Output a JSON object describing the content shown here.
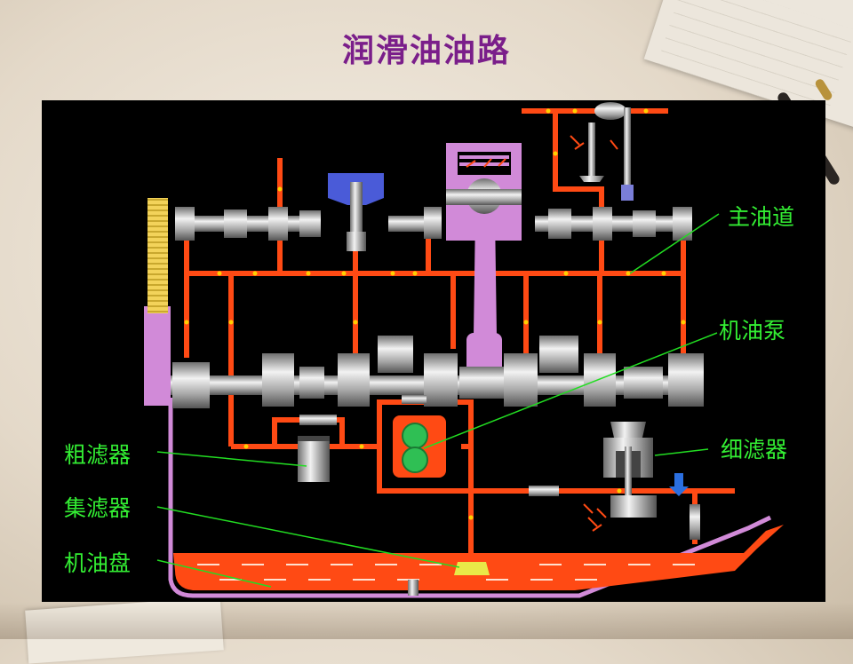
{
  "title": "润滑油油路",
  "labels": {
    "main_gallery": "主油道",
    "oil_pump": "机油泵",
    "coarse_filter": "粗滤器",
    "fine_filter": "细滤器",
    "strainer": "集滤器",
    "oil_pan": "机油盘"
  },
  "colors": {
    "title": "#7a1e8a",
    "label": "#33ee33",
    "oil_line": "#ff4a14",
    "oil_flow_dot": "#ffd000",
    "housing": "#d18ad8",
    "steel": "#b9b9b9",
    "leader_line": "#22dd22",
    "background": "#000000"
  }
}
